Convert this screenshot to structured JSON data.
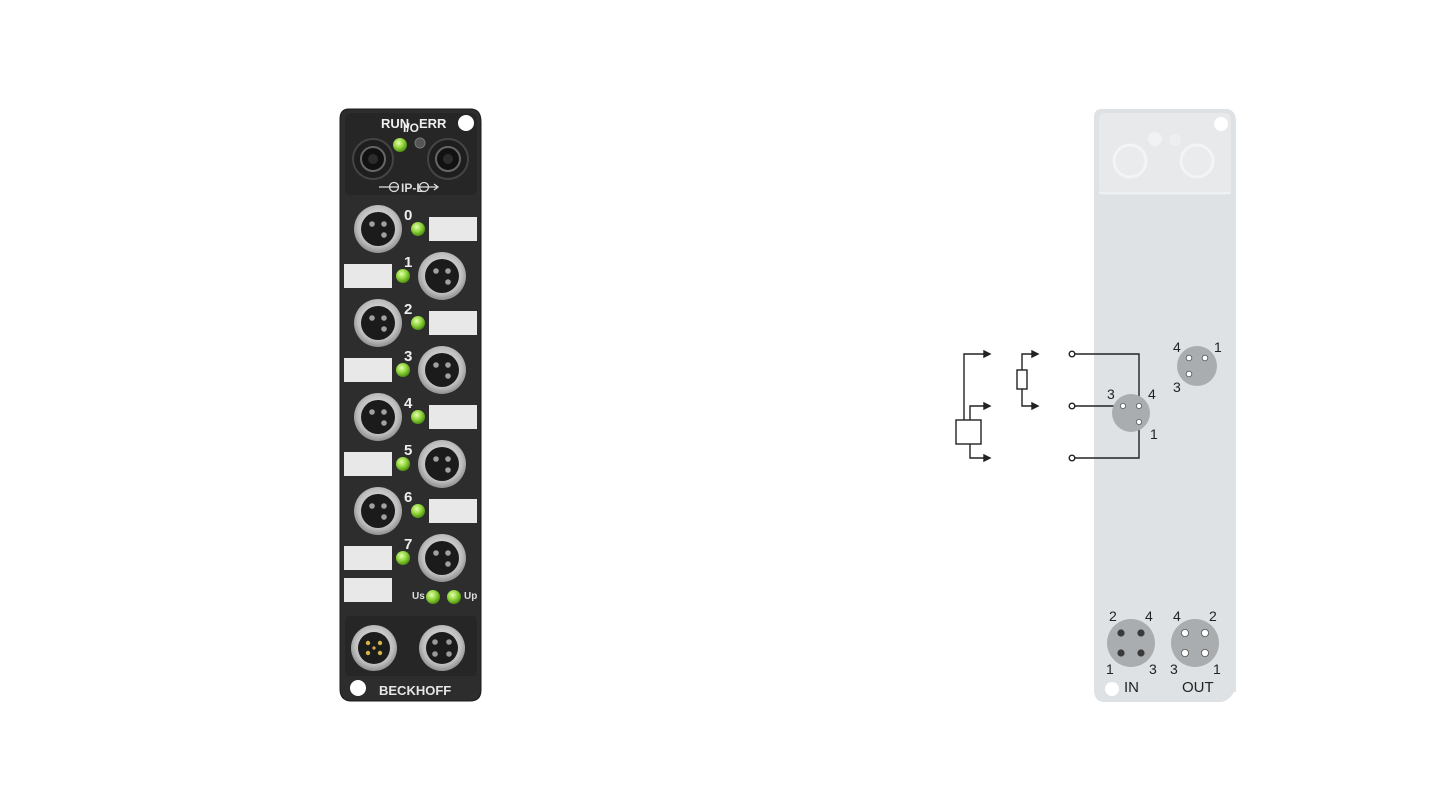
{
  "module": {
    "status_labels": {
      "run": "RUN",
      "io": "I/O",
      "err": "ERR"
    },
    "bus_label": "IP-L",
    "channels": [
      "0",
      "1",
      "2",
      "3",
      "4",
      "5",
      "6",
      "7"
    ],
    "power_labels": {
      "us": "Us",
      "up": "Up"
    },
    "brand": "BECKHOFF",
    "colors": {
      "housing": "#2b2b2b",
      "led": "#8fd43a",
      "label_area": "#e8e8e8"
    }
  },
  "pinout": {
    "socket_pins": {
      "p3": "3",
      "p4": "4",
      "p1": "1"
    },
    "reference_socket_pins": {
      "p4": "4",
      "p1": "1",
      "p3": "3"
    },
    "in_connector": {
      "label": "IN",
      "pins": {
        "tl": "2",
        "tr": "4",
        "bl": "1",
        "br": "3"
      }
    },
    "out_connector": {
      "label": "OUT",
      "pins": {
        "tl": "4",
        "tr": "2",
        "bl": "3",
        "br": "1"
      }
    },
    "colors": {
      "panel": "#dfe2e4",
      "connector": "#a9adb0"
    }
  }
}
